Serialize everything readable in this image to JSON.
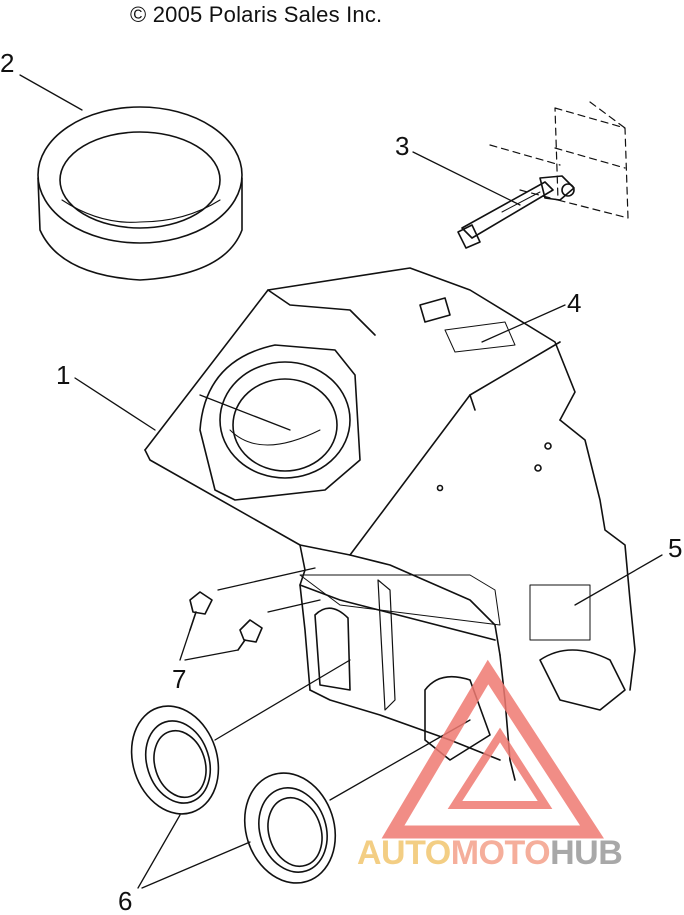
{
  "copyright": "© 2005 Polaris Sales Inc.",
  "callouts": [
    "1",
    "2",
    "3",
    "4",
    "5",
    "6",
    "7"
  ],
  "watermark": {
    "part1": "AUTO",
    "part2": "MOTO",
    "part3": "HUB",
    "color_auto": "#f2c66f",
    "color_moto": "#f4a08a",
    "color_hub": "#9a9a9a",
    "triangle_color": "#ef7a72"
  }
}
